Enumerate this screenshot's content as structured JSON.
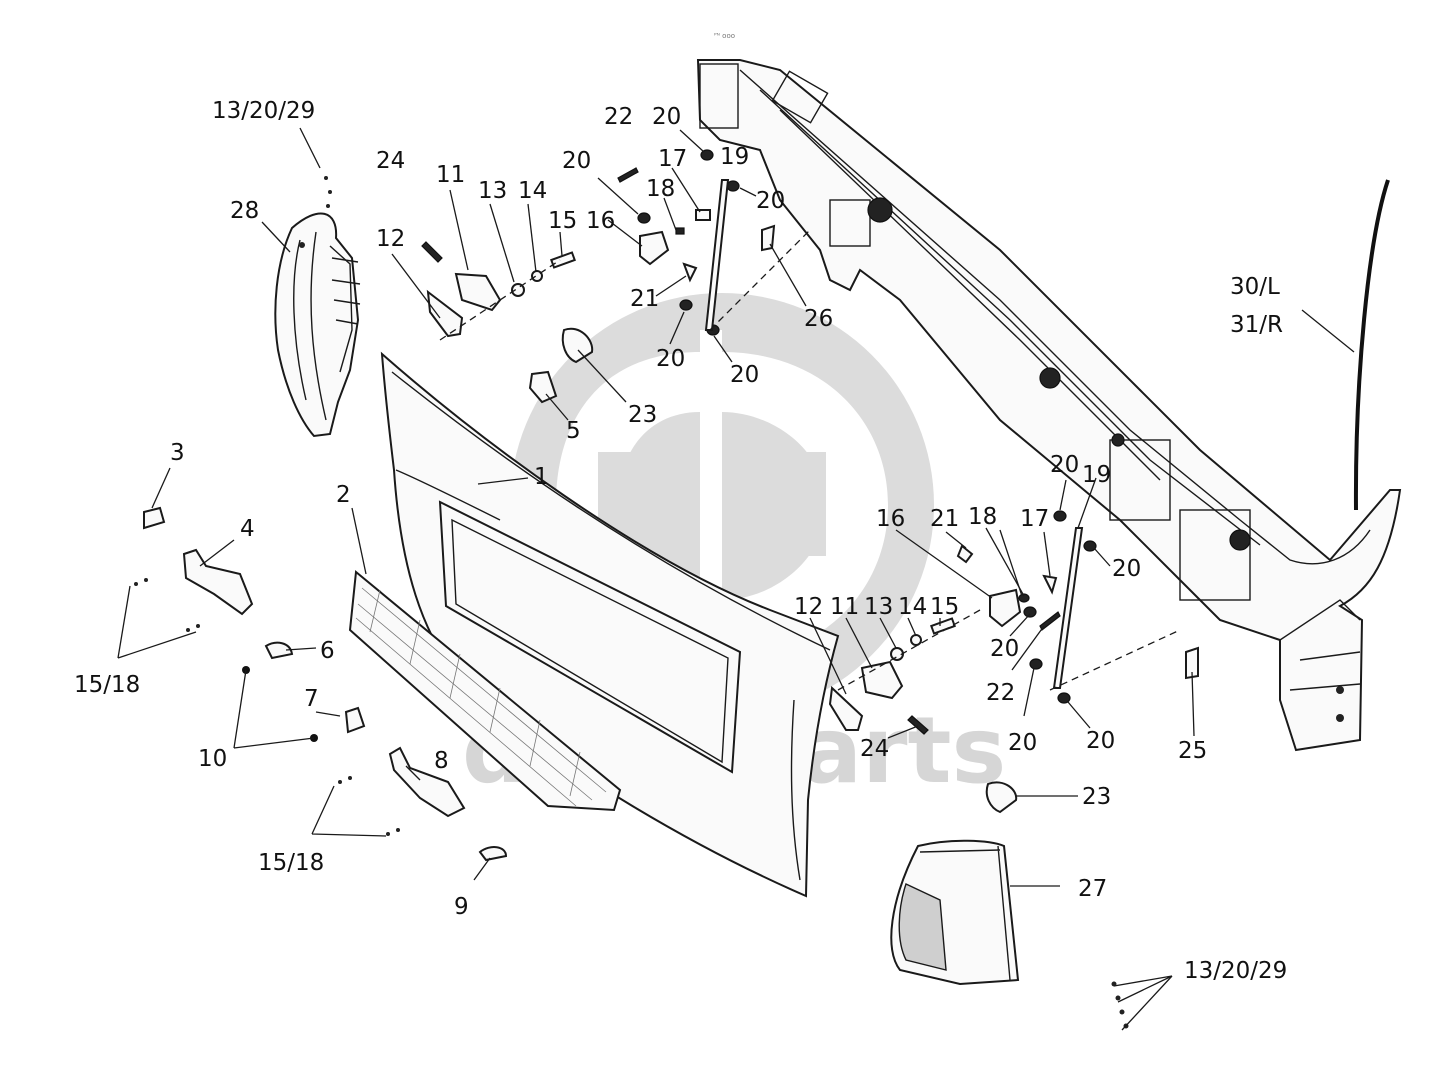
{
  "watermark": {
    "brand": "data-parts",
    "color": "#d8d8d8"
  },
  "header_mark": "ᴾᴺ ooo",
  "callouts": [
    {
      "id": "c-1329-top",
      "text": "13/20/29"
    },
    {
      "id": "c-28",
      "text": "28"
    },
    {
      "id": "c-24-top",
      "text": "24"
    },
    {
      "id": "c-11-top",
      "text": "11"
    },
    {
      "id": "c-13-top",
      "text": "13"
    },
    {
      "id": "c-14-top",
      "text": "14"
    },
    {
      "id": "c-15-top",
      "text": "15"
    },
    {
      "id": "c-12-top",
      "text": "12"
    },
    {
      "id": "c-22-top",
      "text": "22"
    },
    {
      "id": "c-20-a",
      "text": "20"
    },
    {
      "id": "c-20-b",
      "text": "20"
    },
    {
      "id": "c-17-top",
      "text": "17"
    },
    {
      "id": "c-19-top",
      "text": "19"
    },
    {
      "id": "c-18-top",
      "text": "18"
    },
    {
      "id": "c-16-top",
      "text": "16"
    },
    {
      "id": "c-20-c",
      "text": "20"
    },
    {
      "id": "c-21-top",
      "text": "21"
    },
    {
      "id": "c-26",
      "text": "26"
    },
    {
      "id": "c-20-d",
      "text": "20"
    },
    {
      "id": "c-20-e",
      "text": "20"
    },
    {
      "id": "c-23-top",
      "text": "23"
    },
    {
      "id": "c-5",
      "text": "5"
    },
    {
      "id": "c-1",
      "text": "1"
    },
    {
      "id": "c-3",
      "text": "3"
    },
    {
      "id": "c-4",
      "text": "4"
    },
    {
      "id": "c-2",
      "text": "2"
    },
    {
      "id": "c-1518-top",
      "text": "15/18"
    },
    {
      "id": "c-6",
      "text": "6"
    },
    {
      "id": "c-7",
      "text": "7"
    },
    {
      "id": "c-10",
      "text": "10"
    },
    {
      "id": "c-8",
      "text": "8"
    },
    {
      "id": "c-1518-bot",
      "text": "15/18"
    },
    {
      "id": "c-9",
      "text": "9"
    },
    {
      "id": "c-30l",
      "text": "30/L"
    },
    {
      "id": "c-31r",
      "text": "31/R"
    },
    {
      "id": "c-20-f",
      "text": "20"
    },
    {
      "id": "c-19-bot",
      "text": "19"
    },
    {
      "id": "c-20-g",
      "text": "20"
    },
    {
      "id": "c-16-bot",
      "text": "16"
    },
    {
      "id": "c-21-bot",
      "text": "21"
    },
    {
      "id": "c-18-bot",
      "text": "18"
    },
    {
      "id": "c-17-bot",
      "text": "17"
    },
    {
      "id": "c-12-bot",
      "text": "12"
    },
    {
      "id": "c-11-bot",
      "text": "11"
    },
    {
      "id": "c-13-bot",
      "text": "13"
    },
    {
      "id": "c-14-bot",
      "text": "14"
    },
    {
      "id": "c-15-bot",
      "text": "15"
    },
    {
      "id": "c-20-h",
      "text": "20"
    },
    {
      "id": "c-22-bot",
      "text": "22"
    },
    {
      "id": "c-24-bot",
      "text": "24"
    },
    {
      "id": "c-20-i",
      "text": "20"
    },
    {
      "id": "c-20-j",
      "text": "20"
    },
    {
      "id": "c-25",
      "text": "25"
    },
    {
      "id": "c-23-bot",
      "text": "23"
    },
    {
      "id": "c-27",
      "text": "27"
    },
    {
      "id": "c-1329-bot",
      "text": "13/20/29"
    }
  ]
}
